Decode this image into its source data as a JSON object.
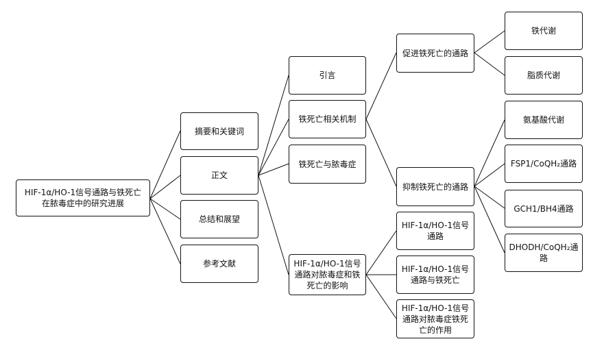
{
  "mindmap": {
    "root": "HIF-1α/HO-1信号通路与铁死亡\n在脓毒症中的研究进展",
    "level1": [
      "摘要和关键词",
      "正文",
      "总结和展望",
      "参考文献"
    ],
    "main_sections": [
      "引言",
      "铁死亡相关机制",
      "铁死亡与脓毒症",
      "HIF-1α/HO-1信号\n通路对脓毒症和铁\n死亡的影响"
    ],
    "mechanism": [
      "促进铁死亡的通路",
      "抑制铁死亡的通路"
    ],
    "promote": [
      "铁代谢",
      "脂质代谢"
    ],
    "inhibit": [
      "氨基酸代谢",
      "FSP1/CoQH₂通路",
      "GCH1/BH4通路",
      "DHODH/CoQH₂通\n路"
    ],
    "hif": [
      "HIF-1α/HO-1信号\n通路",
      "HIF-1α/HO-1信号\n通路与铁死亡",
      "HIF-1α/HO-1信号\n通路对脓毒症铁死\n亡的作用"
    ]
  }
}
